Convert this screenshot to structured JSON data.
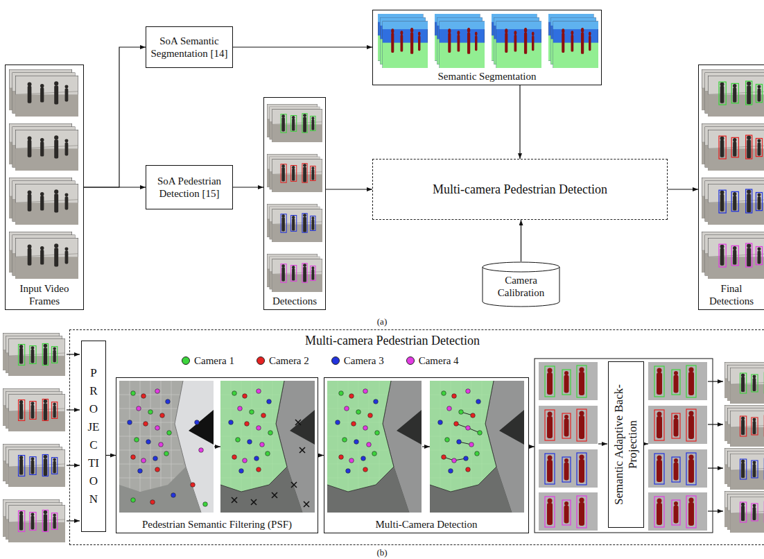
{
  "diagram": {
    "nodes": [
      {
        "text": [
          "Input Video Frames"
        ]
      },
      {
        "text": [
          "SoA Semantic Segmentation [14]"
        ]
      },
      {
        "text": [
          "SoA Pedestrian Detection [15]"
        ]
      },
      {
        "text": [
          "Semantic Segmentation"
        ]
      },
      {
        "text": [
          "Detections"
        ]
      },
      {
        "text": [
          "Multi-camera Pedestrian Detection"
        ]
      },
      {
        "text": [
          "Camera Calibration"
        ]
      },
      {
        "text": [
          "Final Detections"
        ]
      },
      {
        "text": [
          "Multi-camera Pedestrian Detection"
        ]
      },
      {
        "text": [
          "PROJECTION"
        ],
        "in": 8
      },
      {
        "text": [
          "Pedestrian Semantic Filtering (PSF)"
        ],
        "in": 8
      },
      {
        "text": [
          "Multi-Camera Detection"
        ],
        "in": 8
      },
      {
        "text": [
          "Semantic Adaptive Back-Projection"
        ],
        "in": 8
      }
    ],
    "edges": [
      {
        "from": 0,
        "to": 1,
        "arrow": "to"
      },
      {
        "from": 0,
        "to": 2,
        "arrow": "to"
      },
      {
        "from": 1,
        "to": 3,
        "arrow": "to"
      },
      {
        "from": 2,
        "to": 4,
        "arrow": "to"
      },
      {
        "from": 3,
        "to": 5,
        "arrow": "to"
      },
      {
        "from": 4,
        "to": 5,
        "arrow": "to"
      },
      {
        "from": 6,
        "to": 5,
        "arrow": "to"
      },
      {
        "from": 5,
        "to": 7,
        "arrow": "to"
      },
      {
        "from": 9,
        "to": 10,
        "arrow": "to"
      },
      {
        "from": 10,
        "to": 11,
        "arrow": "to"
      }
    ],
    "labels": [
      "(a)",
      "(b)"
    ],
    "legend": [
      {
        "text": "Camera 1",
        "color": "#3cd43c"
      },
      {
        "text": "Camera 2",
        "color": "#e52222"
      },
      {
        "text": "Camera 3",
        "color": "#2233dd"
      },
      {
        "text": "Camera 4",
        "color": "#e23be2"
      }
    ]
  }
}
